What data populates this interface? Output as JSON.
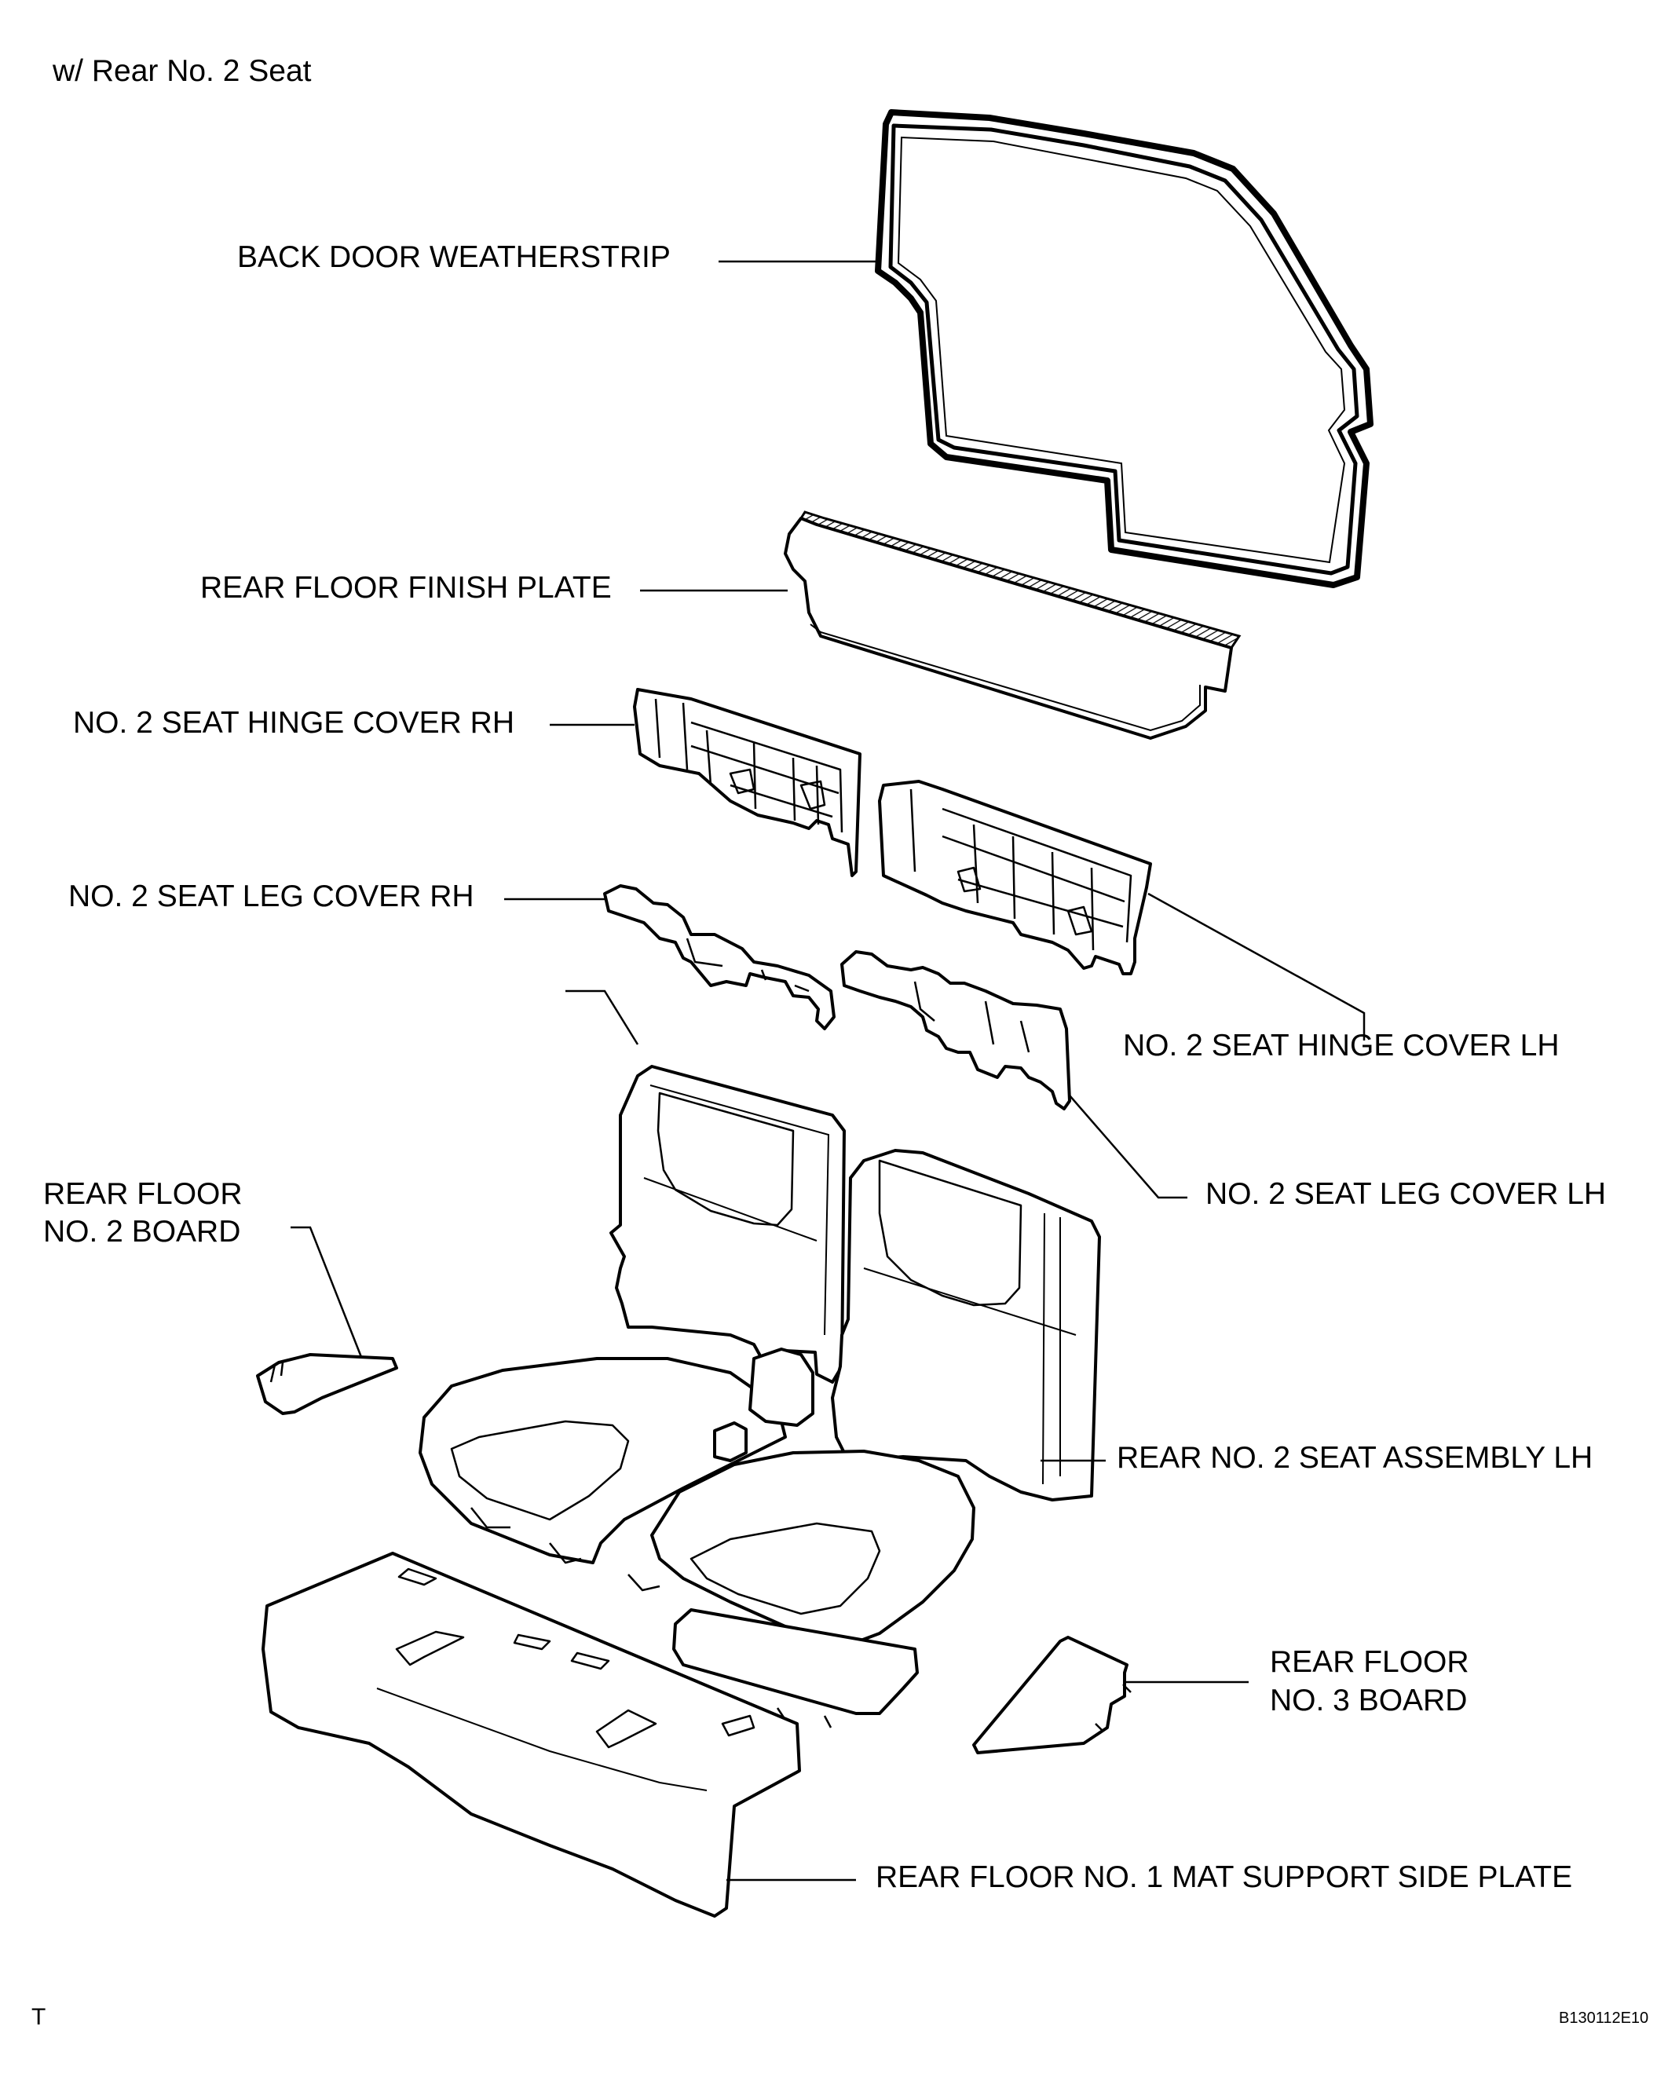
{
  "header": {
    "variant": "w/ Rear No. 2 Seat"
  },
  "labels": {
    "back_door_weatherstrip": "BACK DOOR WEATHERSTRIP",
    "rear_floor_finish_plate": "REAR FLOOR FINISH PLATE",
    "hinge_cover_rh": "NO. 2 SEAT HINGE COVER RH",
    "leg_cover_rh": "NO. 2 SEAT LEG COVER RH",
    "hinge_cover_lh": "NO. 2 SEAT HINGE COVER LH",
    "leg_cover_lh": "NO. 2 SEAT LEG COVER LH",
    "floor_no2_board_line1": "REAR FLOOR",
    "floor_no2_board_line2": "NO. 2 BOARD",
    "seat_assembly_lh": "REAR NO. 2 SEAT ASSEMBLY LH",
    "floor_no3_board_line1": "REAR FLOOR",
    "floor_no3_board_line2": "NO. 3 BOARD",
    "mat_support_plate": "REAR FLOOR NO. 1 MAT SUPPORT SIDE PLATE"
  },
  "footer": {
    "corner_mark": "T",
    "figure_code": "B130112E10"
  }
}
